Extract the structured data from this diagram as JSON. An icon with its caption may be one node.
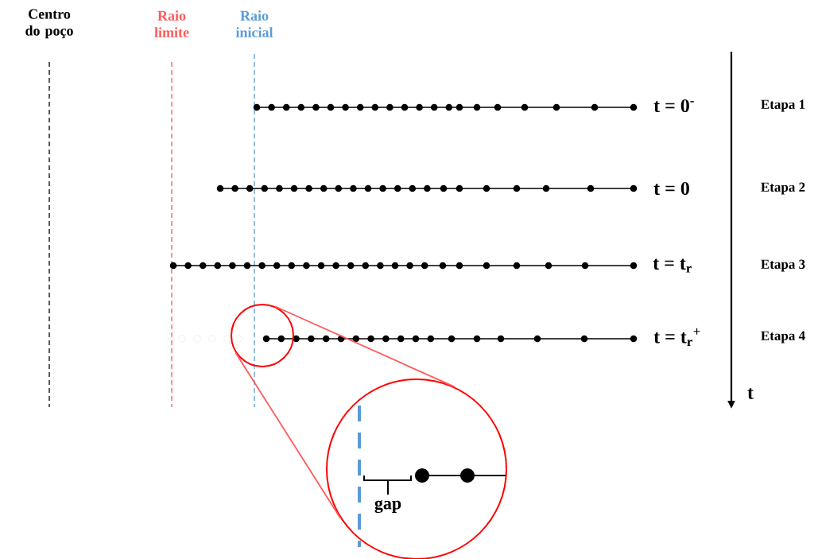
{
  "diagram": {
    "nodes": [
      {
        "text": [],
        "shape": "circle"
      },
      {
        "text": [
          "gap"
        ]
      }
    ],
    "edges": [
      {
        "from": 0,
        "to": 1,
        "arrow": "none"
      },
      {
        "from": 0,
        "to": 1,
        "arrow": "none"
      }
    ],
    "labels": [
      "Centro do poço",
      "Raio limite",
      "Raio inicial",
      "t = 0$^{-}$",
      "Etapa 1",
      "t = 0",
      "Etapa 2",
      "t = t$_{r}$",
      "Etapa 3",
      "t = t$_{r}$$^{+}$",
      "Etapa 4",
      "t"
    ]
  }
}
